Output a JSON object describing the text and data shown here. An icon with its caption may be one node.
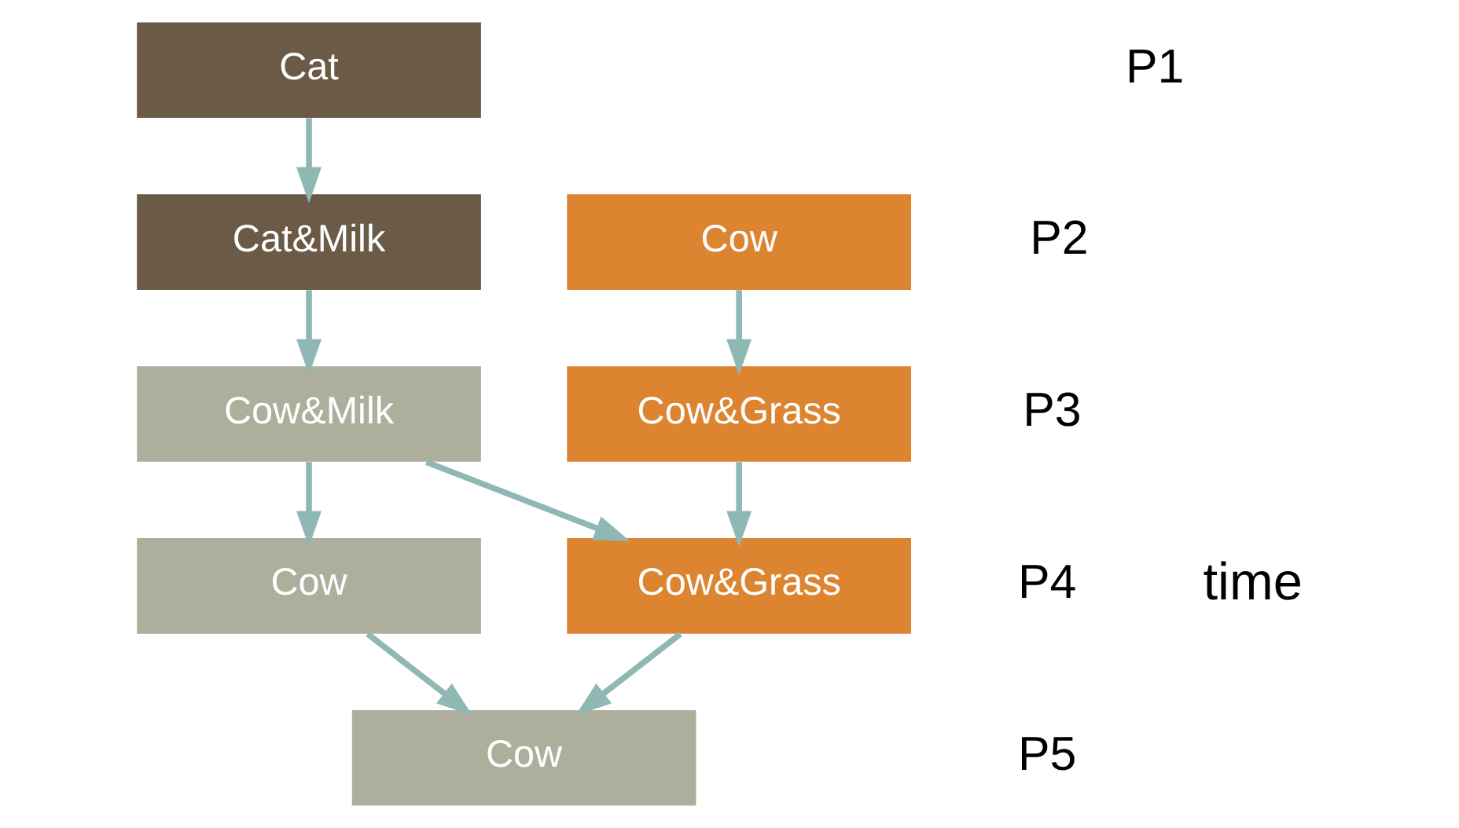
{
  "diagram": {
    "nodes": [
      {
        "text": [
          "Cat"
        ]
      },
      {
        "text": [
          "Cat&Milk"
        ]
      },
      {
        "text": [
          "Cow"
        ]
      },
      {
        "text": [
          "Cow&Milk"
        ]
      },
      {
        "text": [
          "Cow&Grass"
        ]
      },
      {
        "text": [
          "Cow"
        ]
      },
      {
        "text": [
          "Cow&Grass"
        ]
      },
      {
        "text": [
          "Cow"
        ]
      }
    ],
    "edges": [
      {
        "from": 0,
        "to": 1,
        "arrow": "to"
      },
      {
        "from": 1,
        "to": 3,
        "arrow": "to"
      },
      {
        "from": 2,
        "to": 4,
        "arrow": "to"
      },
      {
        "from": 3,
        "to": 5,
        "arrow": "to"
      },
      {
        "from": 3,
        "to": 6,
        "arrow": "to"
      },
      {
        "from": 4,
        "to": 6,
        "arrow": "to"
      },
      {
        "from": 5,
        "to": 7,
        "arrow": "to"
      },
      {
        "from": 6,
        "to": 7,
        "arrow": "to"
      }
    ],
    "labels": [
      "P1",
      "P2",
      "P3",
      "P4",
      "P5",
      "time"
    ]
  }
}
